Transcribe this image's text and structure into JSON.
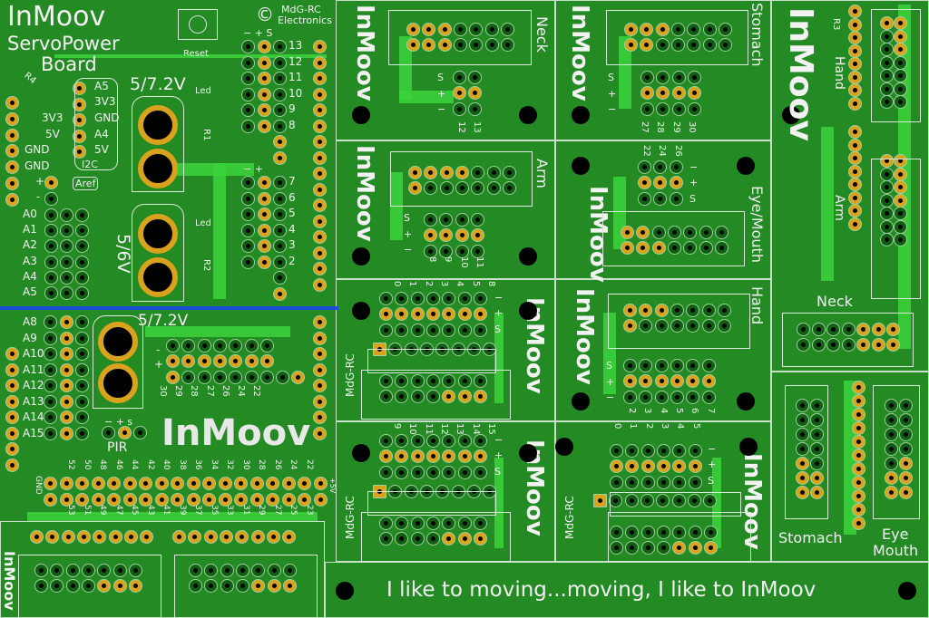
{
  "main_board": {
    "logo": "InMoov",
    "title_line1": "ServoPower",
    "title_line2": "Board",
    "copyright_symbol": "©",
    "maker_line1": "MdG-RC",
    "maker_line2": "Electronics",
    "reset_label": "Reset",
    "voltage_top": "5/7.2V",
    "voltage_mid": "5/6V",
    "voltage_bottom": "5/7.2V",
    "led1": "Led",
    "led2": "Led",
    "r1": "R1",
    "r2": "R2",
    "r4": "R4",
    "power_labels": [
      "3V3",
      "5V",
      "GND",
      "GND"
    ],
    "i2c_labels": [
      "A5",
      "3V3",
      "GND",
      "A4",
      "5V"
    ],
    "i2c_title": "I2C",
    "aref": "Aref",
    "plus": "+",
    "minus": "-",
    "header_signs": "−  +  S",
    "header_signs2": "−  +",
    "analog_top": [
      "A0",
      "A1",
      "A2",
      "A3",
      "A4",
      "A5"
    ],
    "digital_top": [
      "13",
      "12",
      "11",
      "10",
      "9",
      "8"
    ],
    "digital_mid": [
      "7",
      "6",
      "5",
      "4",
      "3",
      "2"
    ],
    "analog_bottom": [
      "A8",
      "A9",
      "A10",
      "A11",
      "A12",
      "A13",
      "A14",
      "A15"
    ],
    "pir_label": "PIR",
    "pir_signs": "−  +  s",
    "big_logo": "InMoov",
    "row_labels": [
      "30",
      "29",
      "28",
      "27",
      "26",
      "24",
      "22"
    ],
    "mega_top": [
      "52",
      "50",
      "48",
      "46",
      "44",
      "42",
      "40",
      "38",
      "36",
      "34",
      "32",
      "30",
      "28",
      "26",
      "24",
      "22"
    ],
    "mega_bottom": [
      "53",
      "51",
      "49",
      "47",
      "45",
      "43",
      "41",
      "39",
      "37",
      "35",
      "33",
      "31",
      "29",
      "27",
      "25",
      "23"
    ],
    "gnd": "GND",
    "plus5v": "+5V"
  },
  "bottom_left": {
    "logo": "InMoov"
  },
  "tiles": {
    "neck": {
      "logo": "InMoov",
      "label": "Neck",
      "nums": [
        "12",
        "13"
      ]
    },
    "stomach": {
      "logo": "InMoov",
      "label": "Stomach",
      "nums": [
        "27",
        "28",
        "29",
        "30"
      ]
    },
    "arm": {
      "logo": "InMoov",
      "label": "Arm",
      "nums": [
        "8",
        "9",
        "10",
        "11"
      ]
    },
    "eye": {
      "logo": "InMoov",
      "label": "Eye/Mouth",
      "nums": [
        "22",
        "24",
        "26"
      ]
    },
    "hand": {
      "logo": "InMoov",
      "label": "Hand",
      "nums": [
        "2",
        "3",
        "4",
        "5",
        "6",
        "7"
      ]
    },
    "mega1": {
      "logo": "InMoov",
      "maker": "MdG-RC",
      "nums": [
        "0",
        "1",
        "2",
        "3",
        "4",
        "5",
        "8"
      ]
    },
    "mega2": {
      "logo": "InMoov",
      "maker": "MdG-RC",
      "nums": [
        "9",
        "10",
        "11",
        "12",
        "13",
        "14",
        "15"
      ]
    },
    "uno": {
      "logo": "InMoov",
      "maker": "MdG-RC",
      "nums": [
        "0",
        "1",
        "2",
        "3",
        "4",
        "5"
      ]
    },
    "signs": {
      "minus": "−",
      "plus": "+",
      "s": "S"
    }
  },
  "right_board": {
    "logo": "InMoov",
    "r3": "R3",
    "hand": "Hand",
    "arm": "Arm",
    "neck": "Neck",
    "stomach": "Stomach",
    "eye": "Eye",
    "mouth": "Mouth"
  },
  "banner": {
    "slogan": "I like to moving...moving, I like to InMoov"
  }
}
